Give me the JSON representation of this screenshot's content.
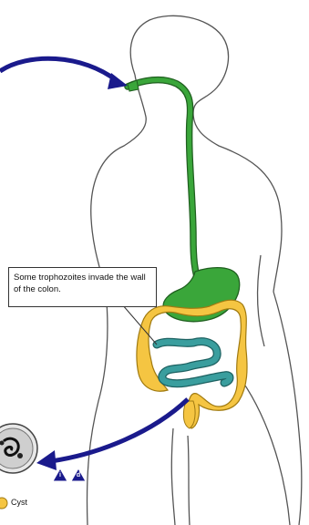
{
  "callout": {
    "text": "Some trophozoites invade the wall of the colon."
  },
  "legend": {
    "cyst_label": "Cyst",
    "stage_badges": [
      {
        "glyph": "i"
      },
      {
        "glyph": "d"
      }
    ]
  },
  "colors": {
    "digestive_tract": "#3aa63a",
    "small_intestine": "#3a9e9e",
    "colon": "#f5c542",
    "arrow": "#1a1a8c",
    "outline": "#555555"
  }
}
